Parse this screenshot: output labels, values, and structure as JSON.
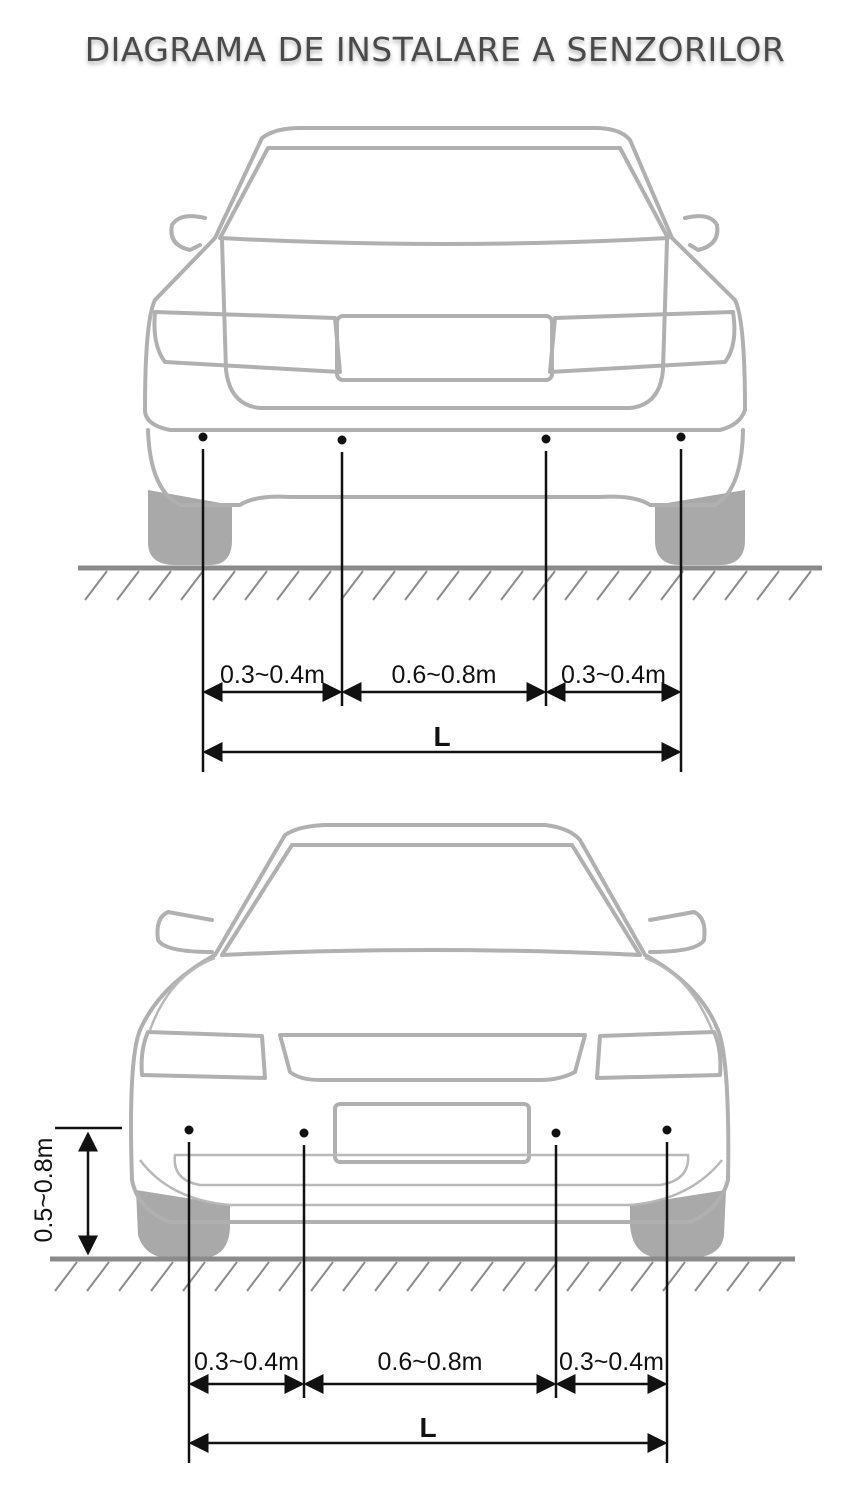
{
  "title": "DIAGRAMA DE INSTALARE A SENZORILOR",
  "rear_view": {
    "spacing_labels": [
      "0.3~0.4m",
      "0.6~0.8m",
      "0.3~0.4m"
    ],
    "total_label": "L",
    "sensor_count": 4
  },
  "front_view": {
    "spacing_labels": [
      "0.3~0.4m",
      "0.6~0.8m",
      "0.3~0.4m"
    ],
    "total_label": "L",
    "height_label": "0.5~0.8m",
    "sensor_count": 4
  }
}
